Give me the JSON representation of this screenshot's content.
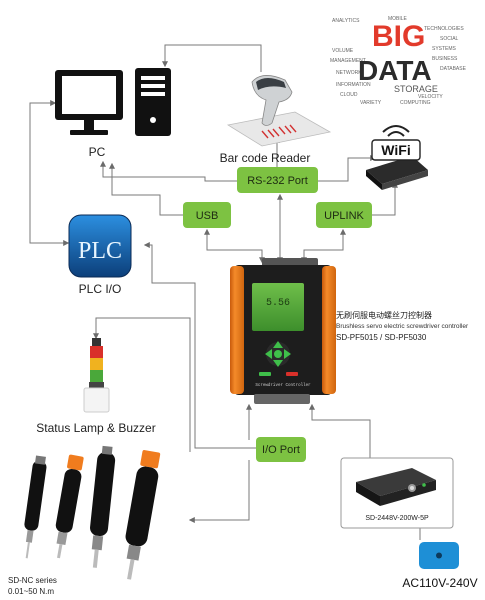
{
  "nodes": {
    "pc": "PC",
    "barcode": "Bar code Reader",
    "plc_logo": "PLC",
    "plc": "PLC I/O",
    "status_lamp": "Status Lamp & Buzzer",
    "power_supply_model": "SD-2448V-200W-5P",
    "ac_input": "AC110V-240V",
    "screwdrivers_series": "SD-NC series",
    "screwdrivers_torque": "0.01~50 N.m"
  },
  "ports": {
    "rs232": "RS-232 Port",
    "usb": "USB",
    "uplink": "UPLINK",
    "io": "I/O Port"
  },
  "big_data": {
    "big": "BIG",
    "data": "DATA",
    "words": [
      "ANALYTICS",
      "STORAGE",
      "TECHNOLOGIES",
      "VOLUME",
      "INFORMATION",
      "CLOUD",
      "SYSTEMS",
      "BUSINESS",
      "VELOCITY",
      "VARIETY",
      "MANAGEMENT",
      "SOCIAL",
      "MOBILE",
      "COMPUTING",
      "NETWORK",
      "DATABASE"
    ]
  },
  "wifi": "WiFi",
  "controller": {
    "title_cn": "无刷伺服电动螺丝刀控制器",
    "subtitle": "Brushless servo electric screwdriver controller",
    "models": "SD-PF5015 / SD-PF5030",
    "panel_label": "Screwdriver Controller",
    "screen_value": "5.56"
  },
  "colors": {
    "port_green": "#7dc242",
    "controller_orange": "#f07c1e",
    "plc_blue": "#1b6fb8",
    "ac_blue": "#1e8fd6",
    "big_red": "#e23a2b"
  }
}
